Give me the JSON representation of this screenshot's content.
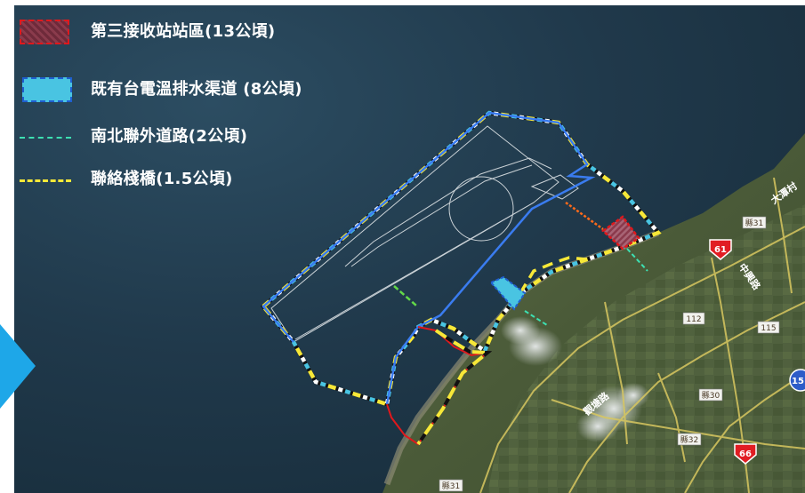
{
  "legend": [
    {
      "key": "site",
      "label": "第三接收站站區(13公頃)",
      "color": "#e0181c",
      "fill": "#7a3142"
    },
    {
      "key": "channel",
      "label": "既有台電溫排水渠道 (8公頃)",
      "color": "#1f5fd0",
      "fill": "#49c4e2"
    },
    {
      "key": "road",
      "label": "南北聯外道路(2公頃)",
      "color": "#3de0b2"
    },
    {
      "key": "trestle",
      "label": "聯絡棧橋(1.5公頃)",
      "color": "#f7e838"
    }
  ],
  "map": {
    "road_signs": {
      "route_61": "61",
      "route_66": "66",
      "route_15": "15"
    },
    "road_numbers": {
      "r112": "112",
      "r115": "115",
      "r_east1": "縣31",
      "r_east2": "縣30",
      "r_east3": "縣32",
      "r_south": "縣31"
    },
    "place_labels": {
      "place_a": "中興路",
      "place_b": "大潭村",
      "place_c": "觀塘路"
    },
    "colors": {
      "sea": "#1f3a4e",
      "land": "#4d5b3a",
      "boundary_red": "#e0181c",
      "boundary_blue": "#3a7cf0",
      "boundary_yellow": "#f7e838",
      "boundary_black": "#111111",
      "road_green": "#3de0b2",
      "arrow": "#1ea7e8"
    }
  }
}
